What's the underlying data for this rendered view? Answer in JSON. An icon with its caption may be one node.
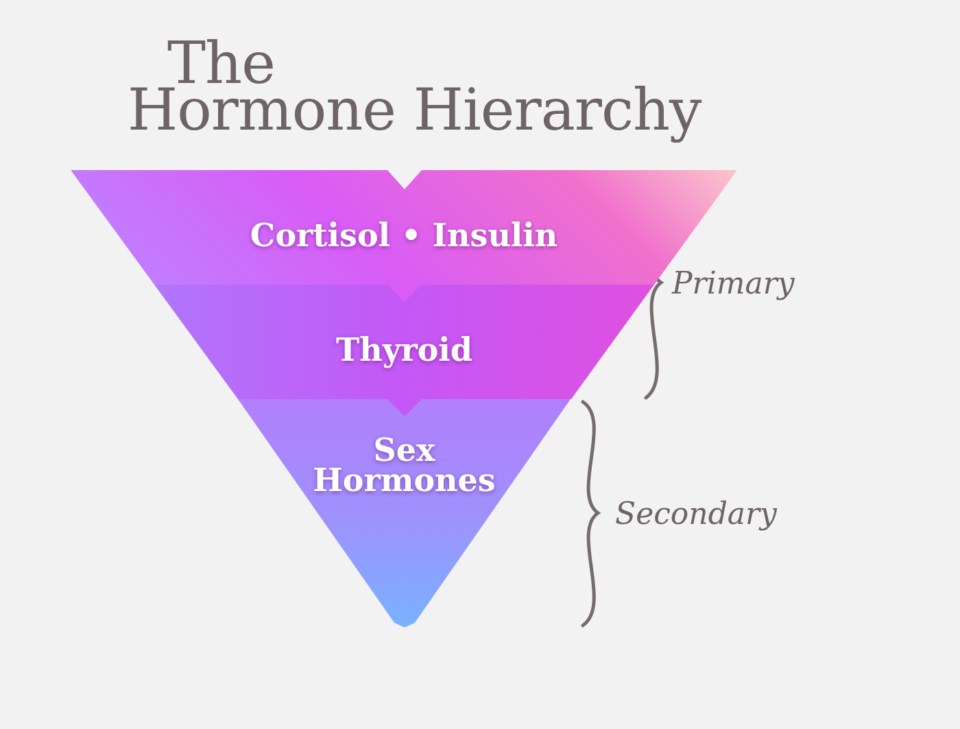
{
  "diagram": {
    "title": "The Hormone Hierarchy",
    "nodes": [
      {
        "text": [
          "Cortisol • Insulin"
        ]
      },
      {
        "text": [
          "Thyroid"
        ]
      },
      {
        "text": [
          "Sex Hormones"
        ]
      }
    ],
    "labels": [
      "Primary",
      "Secondary"
    ]
  }
}
